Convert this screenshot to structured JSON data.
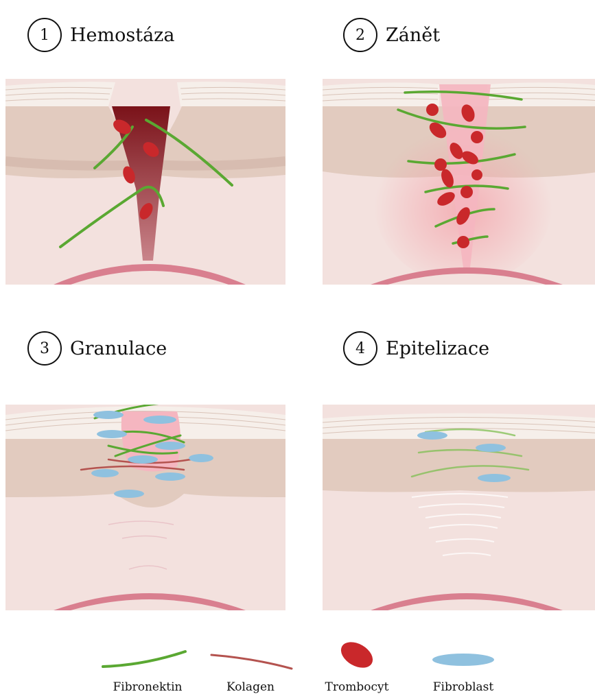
{
  "stages": [
    {
      "number": "1",
      "title": "Hemostáza"
    },
    {
      "number": "2",
      "title": "Zánět"
    },
    {
      "number": "3",
      "title": "Granulace"
    },
    {
      "number": "4",
      "title": "Epitelizace"
    }
  ],
  "legend": {
    "fibronectin": "Fibronektin",
    "collagen": "Kolagen",
    "platelet": "Trombocyt",
    "fibroblast": "Fibroblast"
  },
  "colors": {
    "dermis": "#f3e1de",
    "epidermis": "#e2cbbf",
    "stratum": "#f6efea",
    "vessel": "#d97f8f",
    "blood_clot": "#8e1e22",
    "platelet": "#c9282b",
    "fibronectin": "#5aa832",
    "collagen": "#b4534f",
    "fibroblast": "#8fc1df",
    "wound_pink": "#f5b6c0"
  }
}
